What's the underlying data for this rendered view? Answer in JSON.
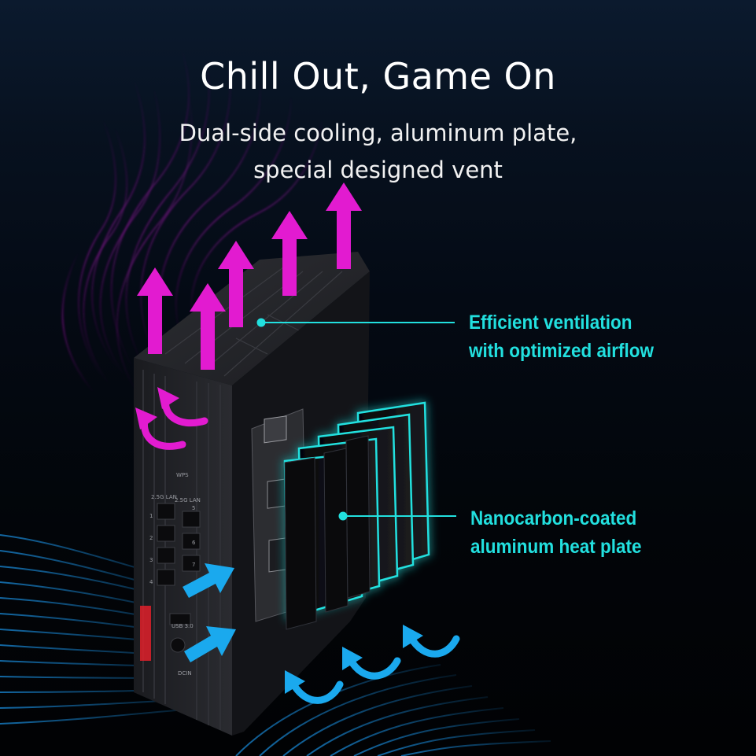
{
  "header": {
    "title": "Chill Out, Game On",
    "subtitle_line1": "Dual-side cooling, aluminum plate,",
    "subtitle_line2": "special designed vent"
  },
  "callouts": [
    {
      "line1": "Efficient ventilation",
      "line2": "with optimized airflow"
    },
    {
      "line1": "Nanocarbon-coated",
      "line2": "aluminum heat plate"
    }
  ],
  "device_labels": {
    "wps": "WPS",
    "lan_port_1": "2.5G LAN",
    "lan_port_2": "2.5G LAN",
    "usb": "USB 3.0",
    "dcin": "DCIN",
    "port_numbers": [
      "1",
      "2",
      "3",
      "4",
      "5",
      "6",
      "7"
    ]
  },
  "colors": {
    "accent_cyan": "#22e0df",
    "hot_air_magenta": "#e21bd0",
    "cool_air_blue": "#1aa9ee",
    "rog_red": "#e0202a"
  }
}
